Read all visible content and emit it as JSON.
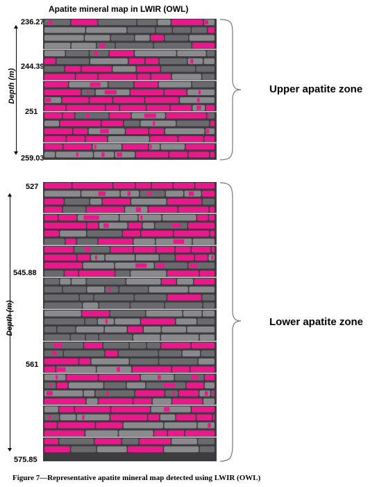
{
  "title": "Apatite mineral map in LWIR (OWL)",
  "upper": {
    "depth_labels": [
      "236.27",
      "244.39",
      "251",
      "259.03"
    ],
    "axis_title": "Depth (m)",
    "zone_label": "Upper apatite zone"
  },
  "lower": {
    "depth_labels": [
      "527",
      "545.88",
      "561",
      "575.85"
    ],
    "axis_title": "Depth (m)",
    "zone_label": "Lower apatite zone"
  },
  "caption": "Figure 7—Representative apatite mineral map detected using LWIR (OWL)",
  "colors": {
    "apatite": "#e8198b",
    "core_dark": "#3d3d3f",
    "core_light": "#8a8a8e",
    "core_grey": "#6a6a6e"
  }
}
